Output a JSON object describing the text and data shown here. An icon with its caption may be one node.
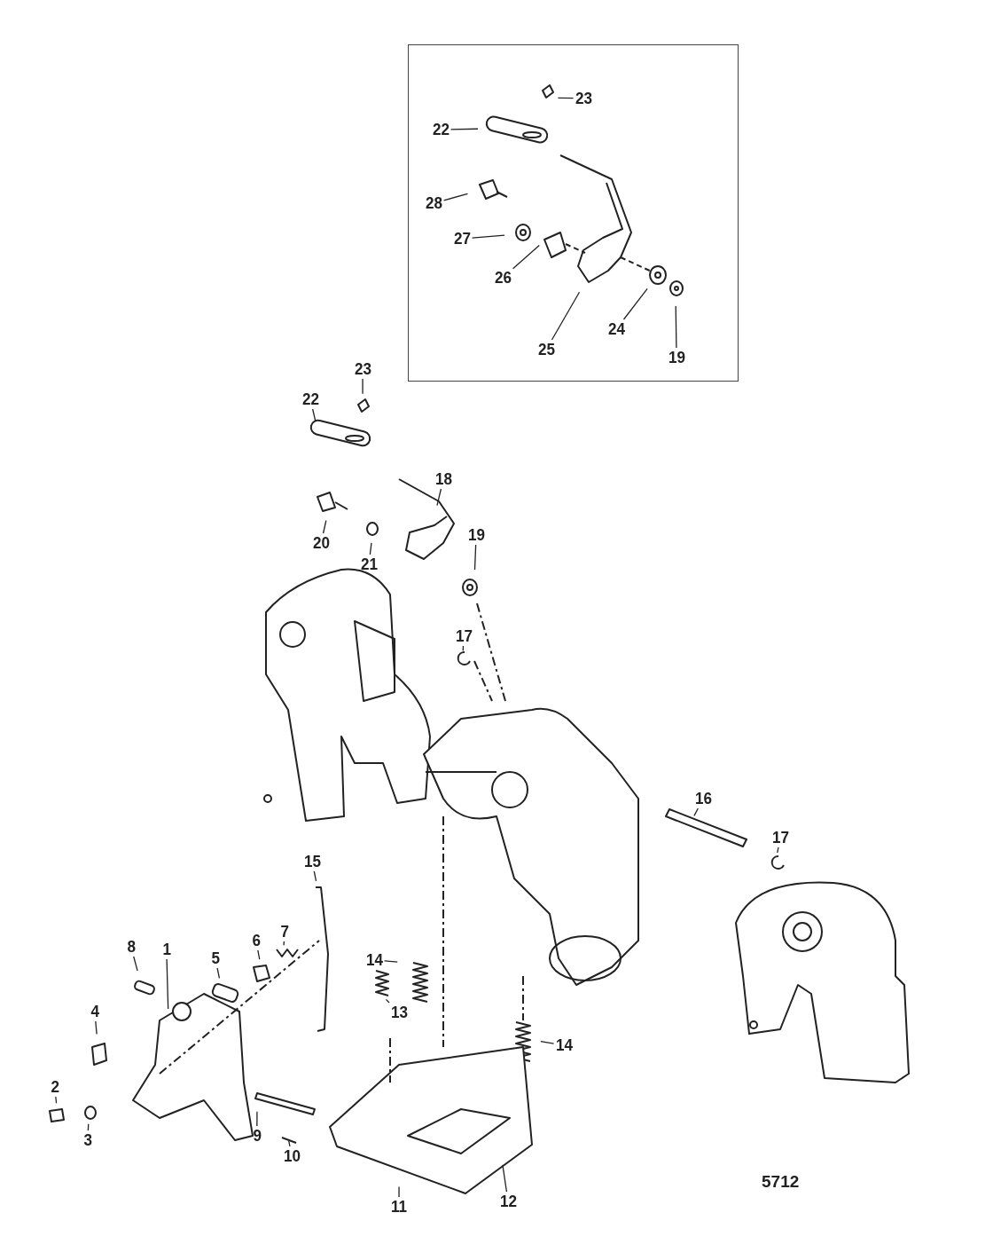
{
  "diagram": {
    "nodes": [
      {
        "text": [],
        "shape": "box"
      },
      {
        "text": [
          "23"
        ],
        "in": 0
      },
      {
        "text": [
          "22"
        ],
        "in": 0
      },
      {
        "text": [
          "28"
        ],
        "in": 0
      },
      {
        "text": [
          "27"
        ],
        "in": 0
      },
      {
        "text": [
          "26"
        ],
        "in": 0
      },
      {
        "text": [
          "24"
        ],
        "in": 0
      },
      {
        "text": [
          "25"
        ],
        "in": 0
      },
      {
        "text": [
          "19"
        ],
        "in": 0
      },
      {
        "text": [
          "23"
        ]
      },
      {
        "text": [
          "22"
        ]
      },
      {
        "text": [
          "18"
        ]
      },
      {
        "text": [
          "19"
        ]
      },
      {
        "text": [
          "20"
        ]
      },
      {
        "text": [
          "21"
        ]
      },
      {
        "text": [
          "17"
        ]
      },
      {
        "text": [
          "16"
        ]
      },
      {
        "text": [
          "17"
        ]
      },
      {
        "text": [
          "15"
        ]
      },
      {
        "text": [
          "7"
        ]
      },
      {
        "text": [
          "6"
        ]
      },
      {
        "text": [
          "8"
        ]
      },
      {
        "text": [
          "1"
        ]
      },
      {
        "text": [
          "5"
        ]
      },
      {
        "text": [
          "14"
        ]
      },
      {
        "text": [
          "4"
        ]
      },
      {
        "text": [
          "13"
        ]
      },
      {
        "text": [
          "14"
        ]
      },
      {
        "text": [
          "2"
        ]
      },
      {
        "text": [
          "9"
        ]
      },
      {
        "text": [
          "3"
        ]
      },
      {
        "text": [
          "10"
        ]
      },
      {
        "text": [
          "12"
        ]
      },
      {
        "text": [
          "11"
        ]
      }
    ],
    "edges": [
      {
        "from": 1,
        "to": null,
        "arrow": "none"
      },
      {
        "from": 2,
        "to": null,
        "arrow": "none"
      },
      {
        "from": 3,
        "to": null,
        "arrow": "none"
      },
      {
        "from": 4,
        "to": null,
        "arrow": "none"
      },
      {
        "from": 5,
        "to": null,
        "arrow": "none"
      },
      {
        "from": 6,
        "to": null,
        "arrow": "none"
      },
      {
        "from": 7,
        "to": null,
        "arrow": "none"
      },
      {
        "from": 8,
        "to": null,
        "arrow": "none"
      },
      {
        "from": 9,
        "to": null,
        "arrow": "none"
      },
      {
        "from": 10,
        "to": null,
        "arrow": "none"
      },
      {
        "from": 11,
        "to": null,
        "arrow": "none"
      },
      {
        "from": 12,
        "to": null,
        "arrow": "none"
      },
      {
        "from": 13,
        "to": null,
        "arrow": "none"
      },
      {
        "from": 14,
        "to": null,
        "arrow": "none"
      },
      {
        "from": 15,
        "to": null,
        "arrow": "none"
      },
      {
        "from": 16,
        "to": null,
        "arrow": "none"
      },
      {
        "from": 17,
        "to": null,
        "arrow": "none"
      },
      {
        "from": 18,
        "to": null,
        "arrow": "none"
      },
      {
        "from": 19,
        "to": null,
        "arrow": "none"
      },
      {
        "from": 20,
        "to": null,
        "arrow": "none"
      },
      {
        "from": 21,
        "to": null,
        "arrow": "none"
      },
      {
        "from": 22,
        "to": null,
        "arrow": "none"
      },
      {
        "from": 23,
        "to": null,
        "arrow": "none"
      },
      {
        "from": 24,
        "to": null,
        "arrow": "none"
      },
      {
        "from": 25,
        "to": null,
        "arrow": "none"
      },
      {
        "from": 26,
        "to": null,
        "arrow": "none"
      },
      {
        "from": 27,
        "to": null,
        "arrow": "none"
      },
      {
        "from": 28,
        "to": null,
        "arrow": "none"
      },
      {
        "from": 29,
        "to": null,
        "arrow": "none"
      },
      {
        "from": 30,
        "to": null,
        "arrow": "none"
      },
      {
        "from": 31,
        "to": null,
        "arrow": "none"
      },
      {
        "from": 32,
        "to": null,
        "arrow": "none"
      },
      {
        "from": 33,
        "to": null,
        "arrow": "none"
      }
    ],
    "labels": [
      "5712"
    ]
  }
}
